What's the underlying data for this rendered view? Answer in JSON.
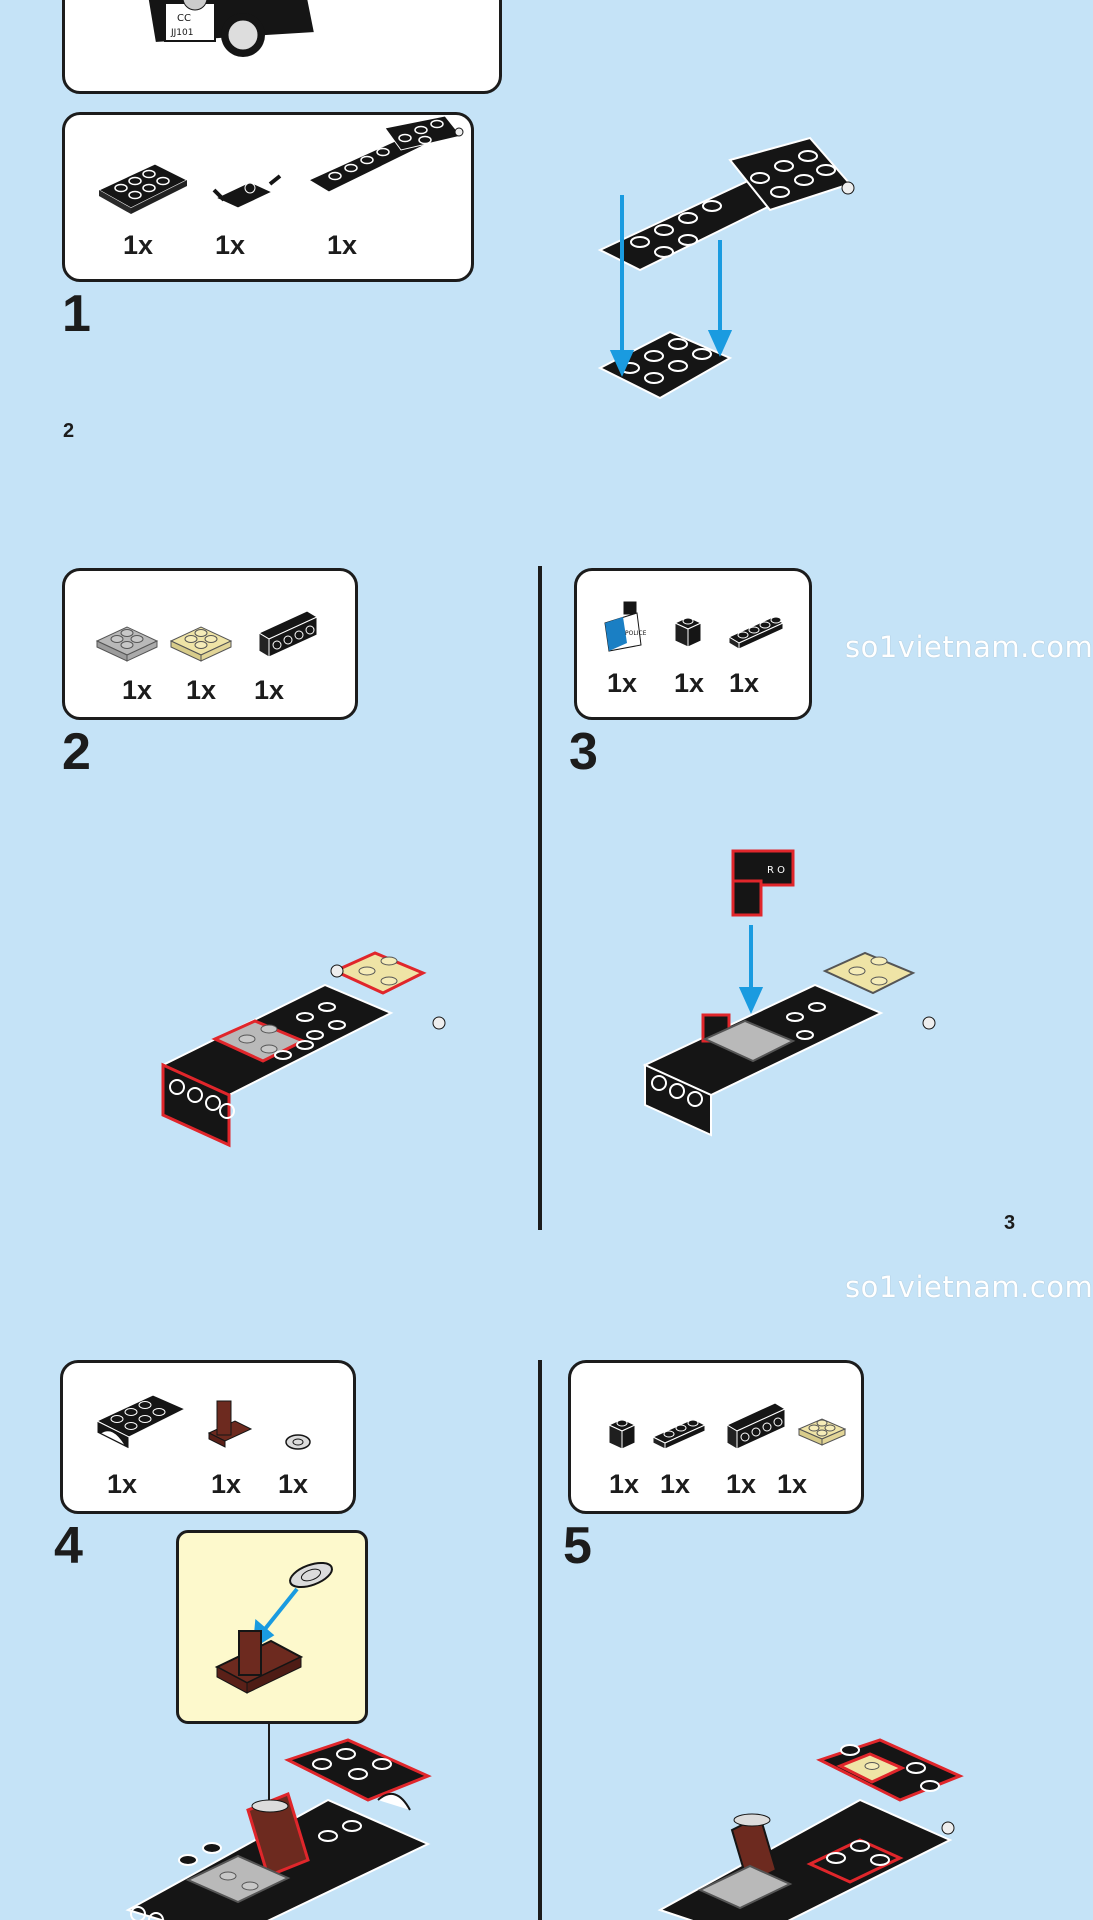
{
  "page_top": {
    "step1": {
      "number": "1",
      "parts": [
        {
          "qty": "1x",
          "icon": "plate-2x4-black"
        },
        {
          "qty": "1x",
          "icon": "small-clip-piece"
        },
        {
          "qty": "1x",
          "icon": "chassis-plate-black"
        }
      ]
    },
    "page_number": "2"
  },
  "page_middle": {
    "step2": {
      "number": "2",
      "parts": [
        {
          "qty": "1x",
          "icon": "plate-2x2-light-gray"
        },
        {
          "qty": "1x",
          "icon": "plate-2x2-tan"
        },
        {
          "qty": "1x",
          "icon": "brick-1x4-black"
        }
      ]
    },
    "step3": {
      "number": "3",
      "parts": [
        {
          "qty": "1x",
          "icon": "slope-printed-police"
        },
        {
          "qty": "1x",
          "icon": "brick-1x1-black"
        },
        {
          "qty": "1x",
          "icon": "plate-1x4-black"
        }
      ]
    },
    "page_number": "3",
    "watermark": "so1vietnam.com"
  },
  "page_bottom": {
    "watermark": "so1vietnam.com",
    "step4": {
      "number": "4",
      "parts": [
        {
          "qty": "1x",
          "icon": "plate-2x4-arch-black"
        },
        {
          "qty": "1x",
          "icon": "seat-brown"
        },
        {
          "qty": "1x",
          "icon": "steering-wheel-gray"
        }
      ]
    },
    "step5": {
      "number": "5",
      "parts": [
        {
          "qty": "1x",
          "icon": "brick-1x1-black"
        },
        {
          "qty": "1x",
          "icon": "plate-1x3-black"
        },
        {
          "qty": "1x",
          "icon": "brick-1x4-black"
        },
        {
          "qty": "1x",
          "icon": "plate-2x2-tan"
        }
      ]
    }
  },
  "colors": {
    "background": "#c5e3f7",
    "arrow": "#1a9be0",
    "highlight": "#e0262b",
    "callout": "#fdf9cc",
    "brick": "#151515",
    "tan": "#efe4a6",
    "gray": "#b9b9b9",
    "brown": "#6d2a1f"
  }
}
